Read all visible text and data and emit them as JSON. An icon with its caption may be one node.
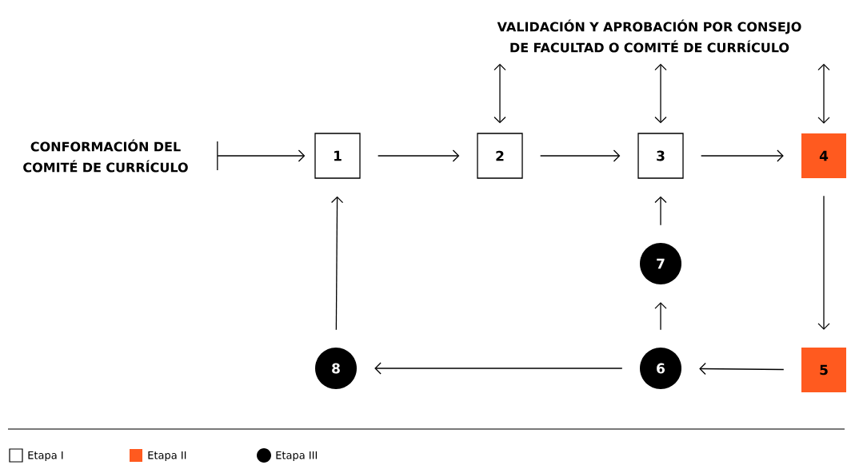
{
  "diagram": {
    "nodes": [
      {
        "text": [
          "CONFORMACIÓN DEL COMITÉ DE CURRÍCULO"
        ]
      },
      {
        "text": [
          "VALIDACIÓN Y APROBACIÓN POR CONSEJO DE FACULTAD O COMITÉ DE CURRÍCULO"
        ]
      },
      {
        "text": [
          "1"
        ]
      },
      {
        "text": [
          "2"
        ]
      },
      {
        "text": [
          "3"
        ]
      },
      {
        "text": [
          "4"
        ]
      },
      {
        "text": [
          "5"
        ]
      },
      {
        "text": [
          "6"
        ]
      },
      {
        "text": [
          "7"
        ]
      },
      {
        "text": [
          "8"
        ]
      }
    ],
    "edges": [
      {
        "from": 0,
        "to": 2,
        "arrow": "to"
      },
      {
        "from": 2,
        "to": 3,
        "arrow": "to"
      },
      {
        "from": 3,
        "to": 4,
        "arrow": "to"
      },
      {
        "from": 4,
        "to": 5,
        "arrow": "to"
      },
      {
        "from": 1,
        "to": 3,
        "arrow": "both"
      },
      {
        "from": 1,
        "to": 4,
        "arrow": "both"
      },
      {
        "from": 1,
        "to": 5,
        "arrow": "both"
      },
      {
        "from": 5,
        "to": 6,
        "arrow": "to"
      },
      {
        "from": 6,
        "to": 7,
        "arrow": "to"
      },
      {
        "from": 7,
        "to": 8,
        "arrow": "to"
      },
      {
        "from": 8,
        "to": 4,
        "arrow": "to"
      },
      {
        "from": 7,
        "to": 9,
        "arrow": "to"
      },
      {
        "from": 9,
        "to": 2,
        "arrow": "to"
      }
    ],
    "legend": [
      {
        "text": "Etapa I"
      },
      {
        "text": "Etapa II",
        "color": "#ff5a1f"
      },
      {
        "text": "Etapa III"
      }
    ]
  }
}
